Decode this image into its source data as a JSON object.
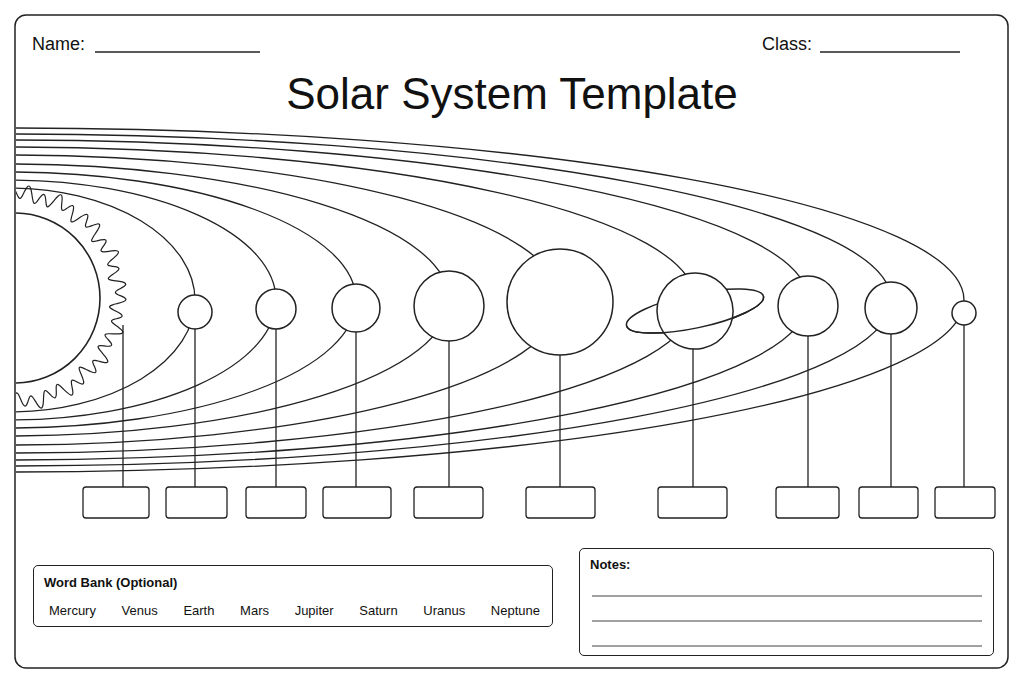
{
  "diagram": {
    "title": "Solar System Template",
    "nodes": [
      {
        "text": [
          "Word Bank (Optional)",
          "Mercury",
          "Venus",
          "Earth",
          "Mars",
          "Jupiter",
          "Saturn",
          "Uranus",
          "Neptune"
        ]
      },
      {
        "text": [
          "Notes:"
        ]
      }
    ],
    "labels": [
      "Name:",
      "Class:"
    ]
  }
}
